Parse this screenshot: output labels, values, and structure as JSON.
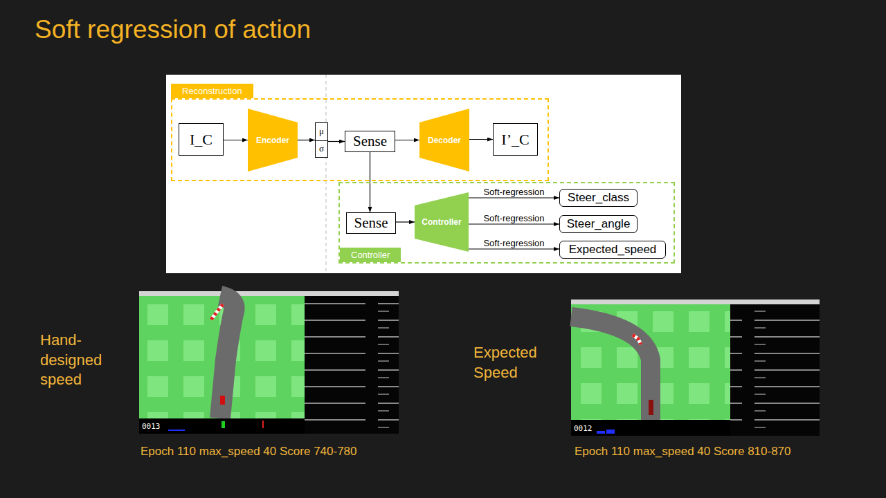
{
  "diagram": {
    "title": "Soft regression of action",
    "nodes": [
      {
        "text": [
          "Reconstruction"
        ]
      },
      {
        "text": [
          "I_C"
        ],
        "in": 0
      },
      {
        "text": [
          "Encoder"
        ],
        "in": 0
      },
      {
        "text": [
          "μ",
          "σ"
        ],
        "in": 0
      },
      {
        "text": [
          "Sense"
        ],
        "in": 0
      },
      {
        "text": [
          "Decoder"
        ],
        "in": 0
      },
      {
        "text": [
          "I’_C"
        ],
        "in": 0
      },
      {
        "text": [
          "Controller"
        ]
      },
      {
        "text": [
          "Sense"
        ],
        "in": 7
      },
      {
        "text": [
          "Controller"
        ],
        "in": 7
      },
      {
        "text": [
          "Steer_class"
        ],
        "in": 7
      },
      {
        "text": [
          "Steer_angle"
        ],
        "in": 7
      },
      {
        "text": [
          "Expected_speed"
        ],
        "in": 7
      }
    ],
    "edges": [
      {
        "from": 1,
        "to": 2,
        "arrow": "to"
      },
      {
        "from": 2,
        "to": 3,
        "arrow": "to"
      },
      {
        "from": 3,
        "to": 4,
        "arrow": "to"
      },
      {
        "from": 4,
        "to": 5,
        "arrow": "to"
      },
      {
        "from": 5,
        "to": 6,
        "arrow": "to"
      },
      {
        "from": 4,
        "to": 8,
        "arrow": "to"
      },
      {
        "from": 8,
        "to": 9,
        "arrow": "to"
      },
      {
        "from": 9,
        "to": 10,
        "label": "Soft-regression",
        "arrow": "to"
      },
      {
        "from": 9,
        "to": 11,
        "label": "Soft-regression",
        "arrow": "to"
      },
      {
        "from": 9,
        "to": 12,
        "label": "Soft-regression",
        "arrow": "to"
      }
    ],
    "labels": [
      "Hand-designed speed",
      "Expected Speed",
      "Epoch 110 max_speed 40 Score 740-780",
      "Epoch 110 max_speed 40 Score 810-870",
      "0013",
      "0012"
    ]
  }
}
